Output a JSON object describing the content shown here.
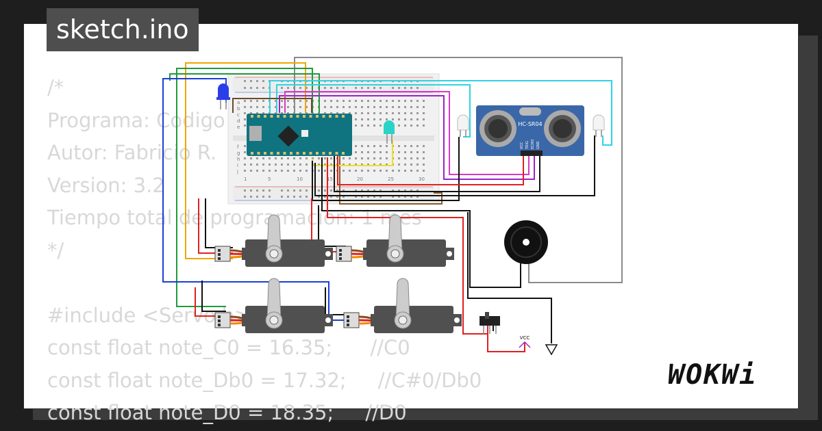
{
  "file_tab": {
    "label": "sketch.ino"
  },
  "code_lines": [
    "/*",
    "Programa: Codigo",
    "Autor: Fabricio R.",
    "Version: 3.2",
    "Tiempo total de programacion: 1 mes",
    "*/",
    "",
    "#include <Servo.h>",
    "const float note_C0 = 16.35;      //C0",
    "const float note_Db0 = 17.32;     //C#0/Db0",
    "const float note_D0 = 18.35;     //D0"
  ],
  "circuit": {
    "sensor_label": "HC-SR04",
    "sensor_pins": [
      "VCC",
      "TRIG",
      "ECHO",
      "GND"
    ],
    "vcc_label": "VCC",
    "breadboard_cols": [
      "1",
      "5",
      "10",
      "15",
      "20",
      "25",
      "30"
    ],
    "breadboard_rows_top": [
      "a",
      "b",
      "c",
      "d",
      "e"
    ],
    "breadboard_rows_bottom": [
      "f",
      "g",
      "h",
      "i",
      "j"
    ]
  },
  "brand": {
    "logo": "WOKWi"
  },
  "colors": {
    "background": "#1e1e1e",
    "card": "#ffffff",
    "code": "#d8d8d8",
    "tab": "#4e4e4e"
  }
}
